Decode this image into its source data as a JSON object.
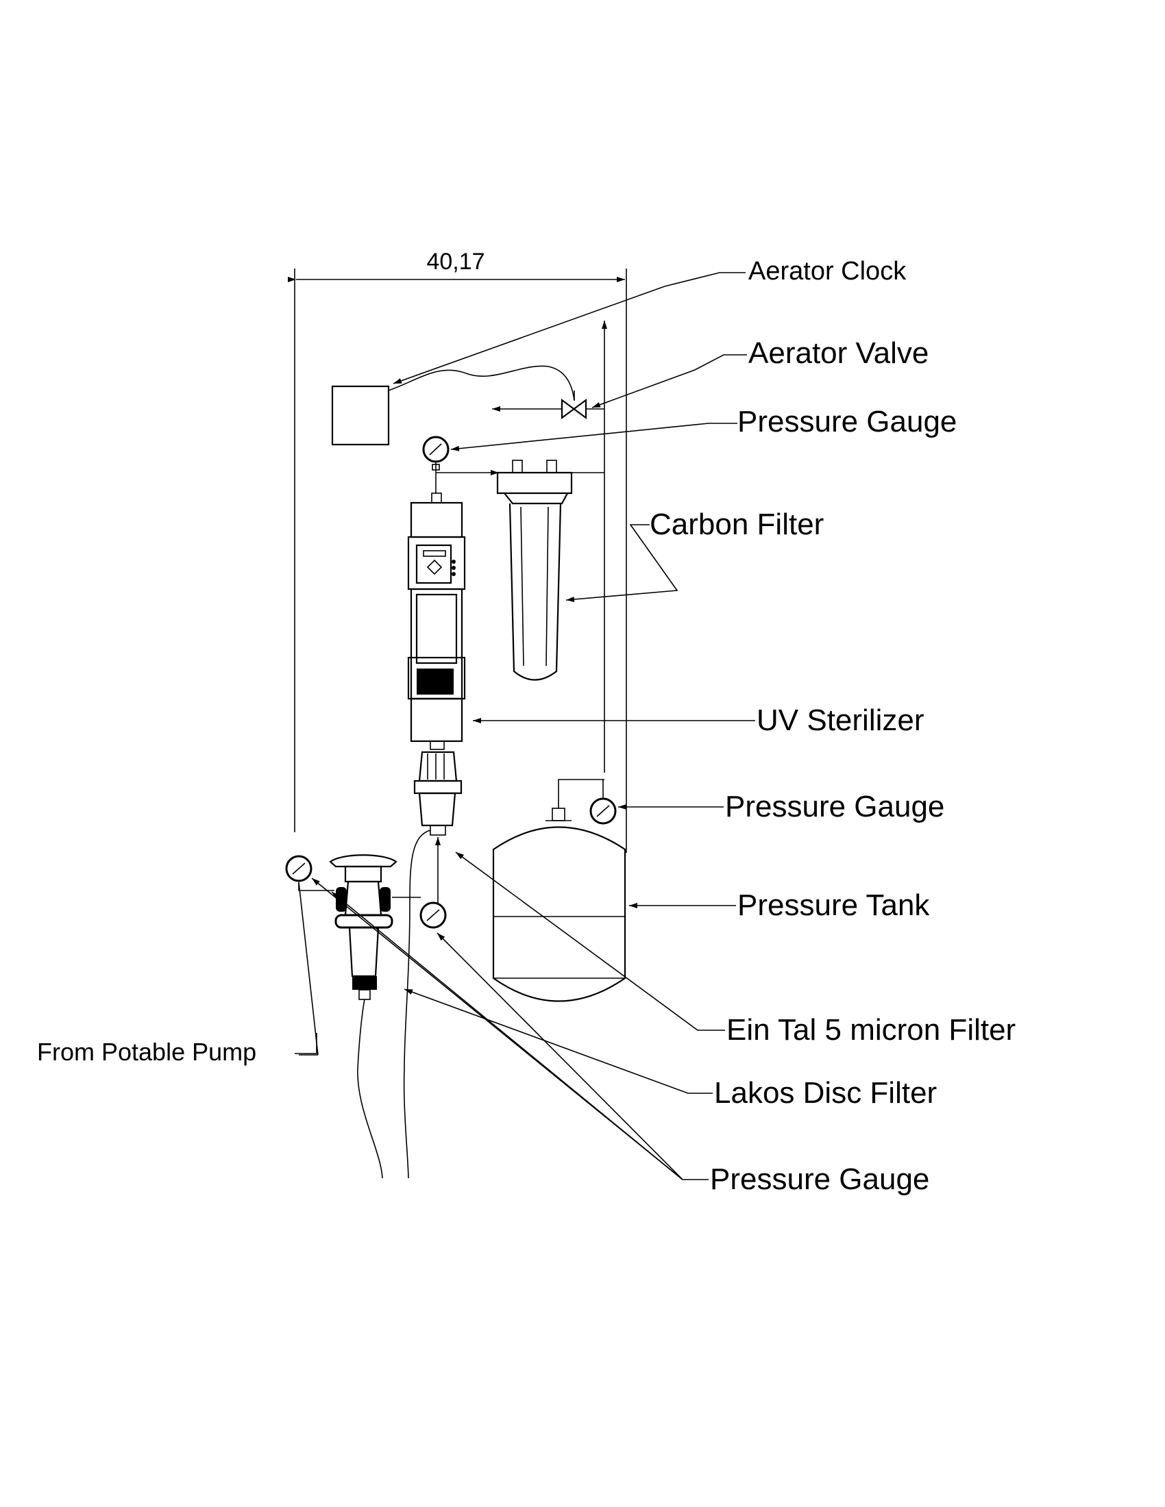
{
  "dimension": {
    "value": "40,17"
  },
  "labels": {
    "aerator_clock": "Aerator Clock",
    "aerator_valve": "Aerator Valve",
    "pressure_gauge_top": "Pressure Gauge",
    "carbon_filter": "Carbon Filter",
    "uv_sterilizer": "UV Sterilizer",
    "pressure_gauge_tank": "Pressure Gauge",
    "pressure_tank": "Pressure Tank",
    "ein_tal_filter": "Ein Tal 5 micron Filter",
    "lakos_disc_filter": "Lakos Disc Filter",
    "pressure_gauge_bottom": "Pressure Gauge",
    "from_potable_pump": "From Potable Pump"
  }
}
